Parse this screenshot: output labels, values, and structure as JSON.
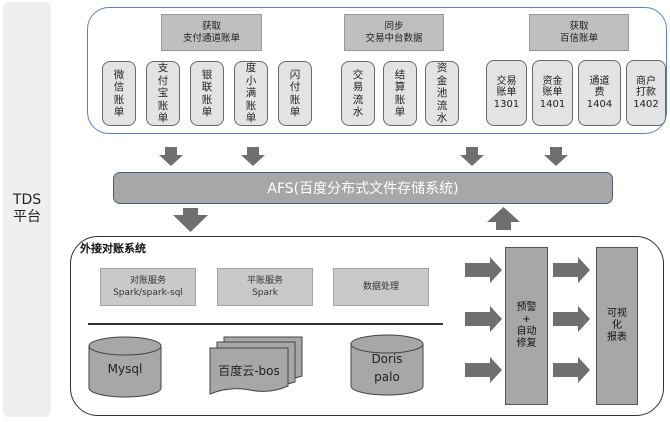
{
  "platform": {
    "label": "TDS\n平台"
  },
  "top": {
    "groups": [
      {
        "title": "获取\n支付通道账单",
        "cards": [
          "微信账单",
          "支付宝账单",
          "银联账单",
          "度小满账单",
          "闪付账单"
        ]
      },
      {
        "title": "同步\n交易中台数据",
        "cards": [
          "交易流水",
          "结算账单",
          "资金池流水"
        ]
      },
      {
        "title": "获取\n百信账单",
        "cards": [
          "交易\n账单\n1301",
          "资金\n账单\n1401",
          "通道\n费\n1404",
          "商户\n打款\n1402"
        ]
      }
    ]
  },
  "afs": {
    "label": "AFS(百度分布式文件存储系统)"
  },
  "system": {
    "title": "外接对账系统",
    "services": [
      {
        "name": "对账服务",
        "tech": "Spark/spark-sql"
      },
      {
        "name": "平账服务",
        "tech": "Spark"
      },
      {
        "name": "数据处理",
        "tech": ""
      }
    ],
    "storage": [
      {
        "type": "database",
        "label": "Mysql"
      },
      {
        "type": "documents",
        "label": "百度云-bos"
      },
      {
        "type": "database",
        "label": "Doris\npalo"
      }
    ],
    "alert_box": "预警\n+\n自动\n修复",
    "report_box": "可视\n化\n报表"
  }
}
